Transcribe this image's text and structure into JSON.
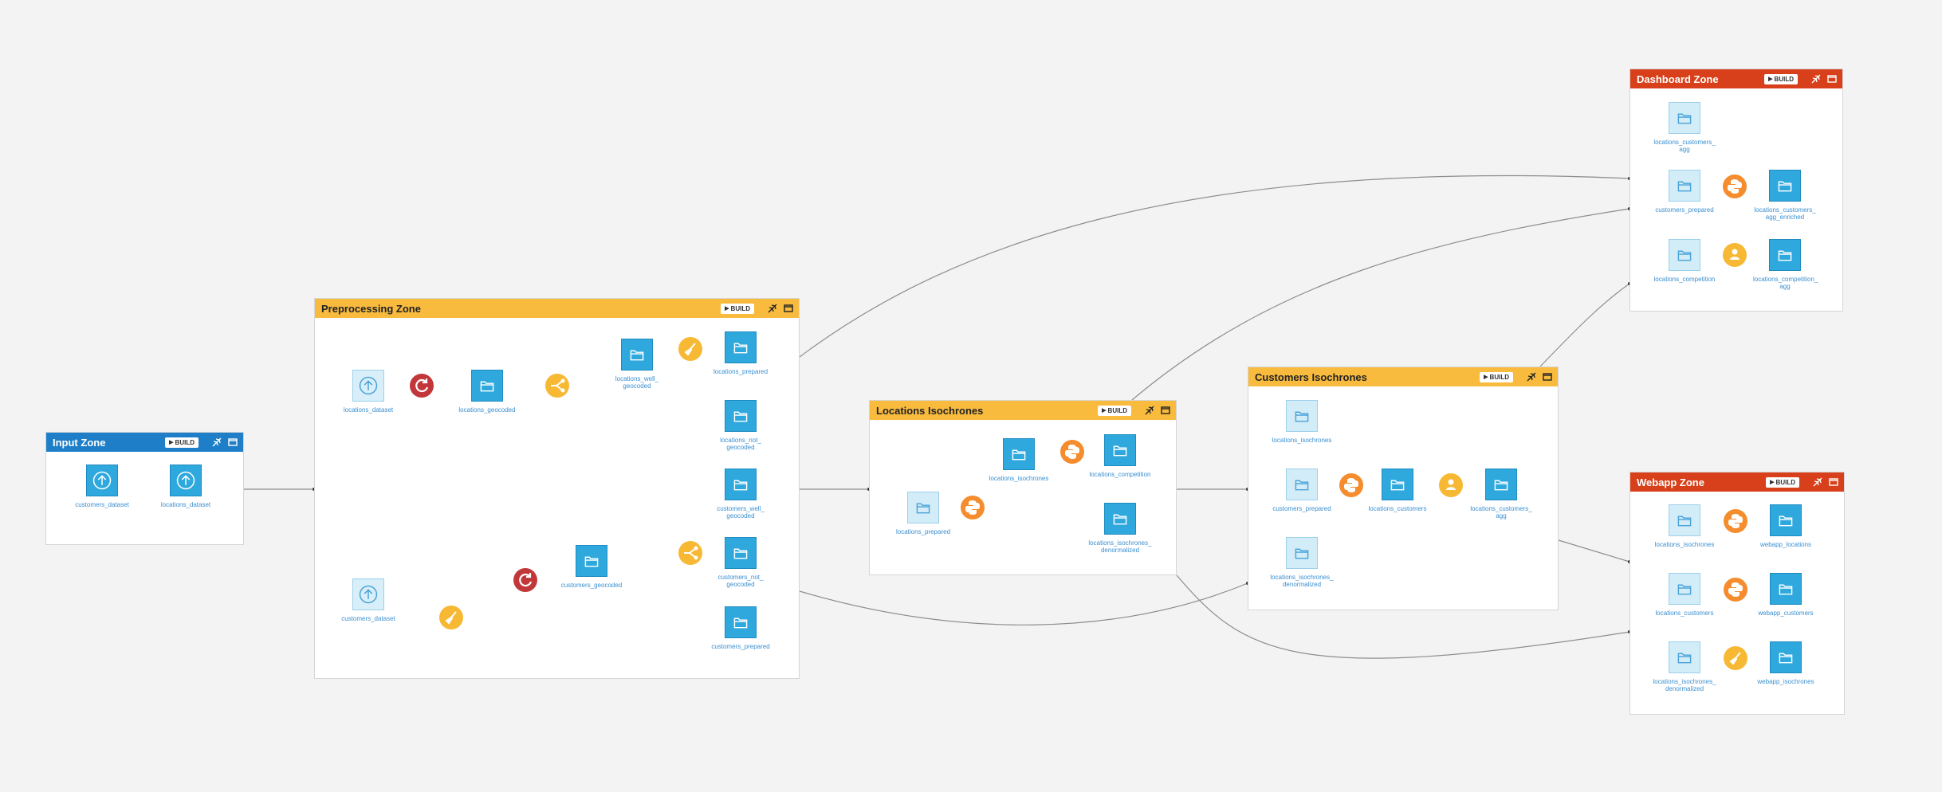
{
  "zones": {
    "input": {
      "title": "Input Zone",
      "build": "BUILD"
    },
    "preprocessing": {
      "title": "Preprocessing Zone",
      "build": "BUILD"
    },
    "locations_iso": {
      "title": "Locations Isochrones",
      "build": "BUILD"
    },
    "customers_iso": {
      "title": "Customers Isochrones",
      "build": "BUILD"
    },
    "dashboard": {
      "title": "Dashboard Zone",
      "build": "BUILD"
    },
    "webapp": {
      "title": "Webapp Zone",
      "build": "BUILD"
    }
  },
  "datasets": {
    "input_customers_dataset": "customers_dataset",
    "input_locations_dataset": "locations_dataset",
    "pre_locations_dataset": "locations_dataset",
    "pre_locations_geocoded": "locations_geocoded",
    "pre_locations_well_geocoded": "locations_well_\ngeocoded",
    "pre_locations_prepared": "locations_prepared",
    "pre_locations_not_geocoded": "locations_not_\ngeocoded",
    "pre_customers_well_geocoded": "customers_well_\ngeocoded",
    "pre_customers_not_geocoded": "customers_not_\ngeocoded",
    "pre_customers_geocoded": "customers_geocoded",
    "pre_customers_dataset": "customers_dataset",
    "pre_customers_prepared": "customers_prepared",
    "li_locations_prepared": "locations_prepared",
    "li_locations_isochrones": "locations_isochrones",
    "li_locations_competition": "locations_competition",
    "li_locations_isochrones_denormalized": "locations_isochrones_\ndenormalized",
    "ci_locations_isochrones": "locations_isochrones",
    "ci_customers_prepared": "customers_prepared",
    "ci_locations_isochrones_denormalized": "locations_isochrones_\ndenormalized",
    "ci_locations_customers": "locations_customers",
    "ci_locations_customers_agg": "locations_customers_\nagg",
    "dz_locations_customers_agg": "locations_customers_\nagg",
    "dz_customers_prepared": "customers_prepared",
    "dz_locations_customers_agg_enriched": "locations_customers_\nagg_enriched",
    "dz_locations_competition": "locations_competition",
    "dz_locations_competition_agg": "locations_competition_\nagg",
    "wz_locations_isochrones": "locations_isochrones",
    "wz_webapp_locations": "webapp_locations",
    "wz_locations_customers": "locations_customers",
    "wz_webapp_customers": "webapp_customers",
    "wz_locations_isochrones_denormalized": "locations_isochrones_\ndenormalized",
    "wz_webapp_isochrones": "webapp_isochrones"
  },
  "colors": {
    "zone_yellow": "#f8bb3e",
    "zone_blue": "#1e7fc8",
    "zone_red": "#d7401a",
    "dataset_blue": "#2ea8dd",
    "recipe_red": "#c2383a",
    "recipe_yellow": "#f7b934",
    "recipe_orange": "#f58c2d",
    "label_blue": "#3a8fd0"
  },
  "icons": {
    "dataset": "folder-icon",
    "upload": "upload-icon",
    "geocode": "refresh-icon",
    "split": "split-icon",
    "prepare": "broom-icon",
    "python": "python-icon",
    "group": "group-icon",
    "build": "play-icon",
    "collapse": "collapse-icon",
    "window": "window-icon"
  }
}
